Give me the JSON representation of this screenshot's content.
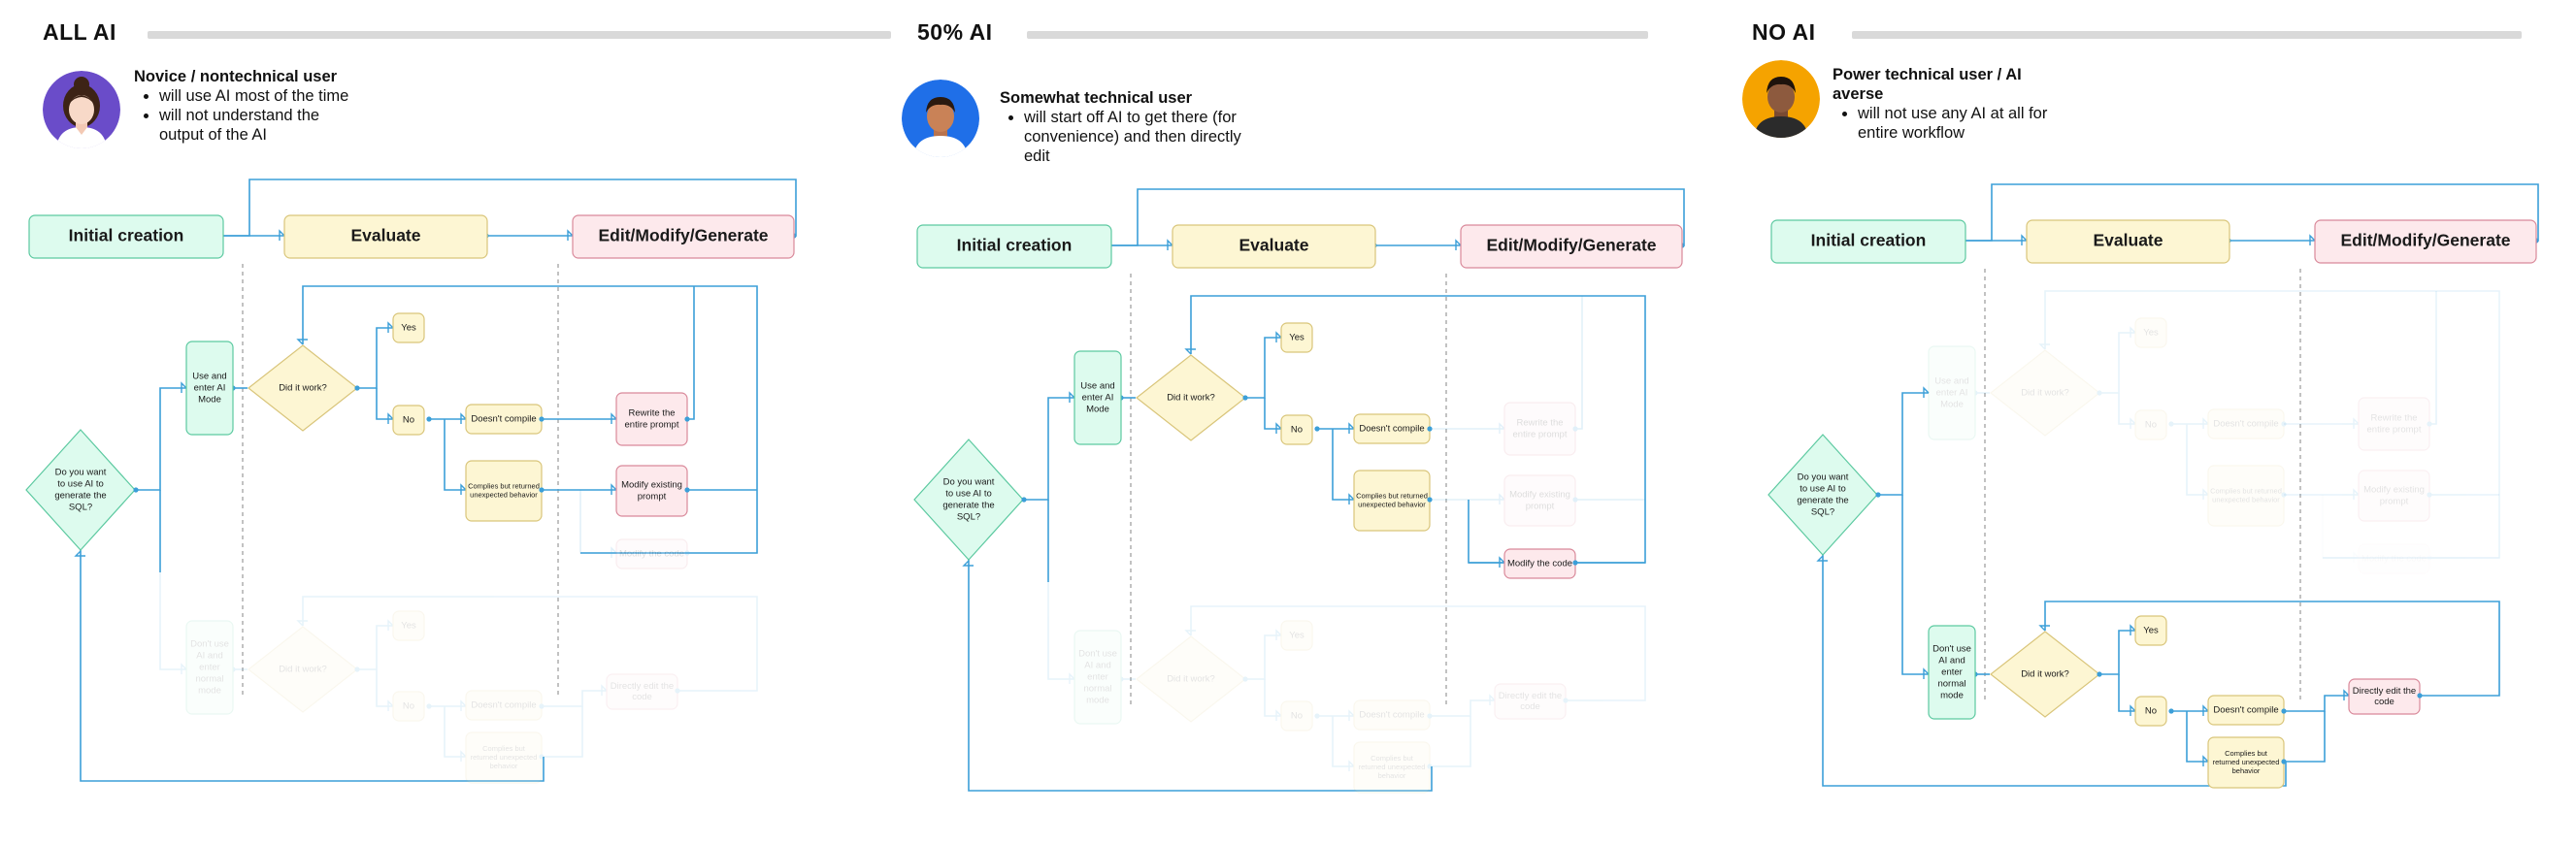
{
  "colors": {
    "line": "#3c9fd8",
    "green_fill": "#ddfbee",
    "green_stroke": "#5cc9a0",
    "yellow_fill": "#fdf6d3",
    "yellow_stroke": "#d9c57a",
    "pink_fill": "#fde9ec",
    "pink_stroke": "#d9899a",
    "divider": "#d9d9d9",
    "avatar_purple": "#6a4cc9",
    "avatar_blue": "#1f6fe8",
    "avatar_orange": "#f5a300"
  },
  "panels": [
    {
      "title": "ALL AI",
      "avatar_icon": "woman-avatar-icon",
      "persona_title": "Novice / nontechnical user",
      "bullets": [
        "will use AI most of the time",
        "will not understand the output of the AI"
      ],
      "nodes": {
        "initial": "Initial creation",
        "evaluate": "Evaluate",
        "edit": "Edit/Modify/Generate",
        "question": [
          "Do you want",
          "to use AI to",
          "generate the",
          "SQL?"
        ],
        "use_ai": [
          "Use and",
          "enter AI",
          "Mode"
        ],
        "did_it_work": "Did it work?",
        "yes": "Yes",
        "no": "No",
        "doesnt_compile": "Doesn't compile",
        "complies": [
          "Complies but returned",
          "unexpected behavior"
        ],
        "rewrite": [
          "Rewrite the",
          "entire prompt"
        ],
        "modify_prompt": [
          "Modify existing",
          "prompt"
        ],
        "modify_code": "Modify the code",
        "dont_use": [
          "Don't use",
          "AI and",
          "enter",
          "normal",
          "mode"
        ],
        "did_it_work_2": "Did it work?",
        "yes_2": "Yes",
        "no_2": "No",
        "doesnt_compile_2": "Doesn't compile",
        "complies_2": [
          "Complies but",
          "returned unexpected",
          "behavior"
        ],
        "directly_edit": [
          "Directly edit the",
          "code"
        ]
      }
    },
    {
      "title": "50% AI",
      "avatar_icon": "man-avatar-icon",
      "persona_title": "Somewhat technical user",
      "bullets": [
        "will start off AI to get there (for convenience) and then directly edit"
      ],
      "nodes": {
        "initial": "Initial creation",
        "evaluate": "Evaluate",
        "edit": "Edit/Modify/Generate",
        "question": [
          "Do you want",
          "to use AI to",
          "generate the",
          "SQL?"
        ],
        "use_ai": [
          "Use and",
          "enter AI",
          "Mode"
        ],
        "did_it_work": "Did it work?",
        "yes": "Yes",
        "no": "No",
        "doesnt_compile": "Doesn't compile",
        "complies": [
          "Complies but returned",
          "unexpected behavior"
        ],
        "rewrite": [
          "Rewrite the",
          "entire prompt"
        ],
        "modify_prompt": [
          "Modify existing",
          "prompt"
        ],
        "modify_code": "Modify the code",
        "dont_use": [
          "Don't use",
          "AI and",
          "enter",
          "normal",
          "mode"
        ],
        "did_it_work_2": "Did it work?",
        "yes_2": "Yes",
        "no_2": "No",
        "doesnt_compile_2": "Doesn't compile",
        "complies_2": [
          "Complies but",
          "returned unexpected",
          "behavior"
        ],
        "directly_edit": [
          "Directly edit the",
          "code"
        ]
      }
    },
    {
      "title": "NO AI",
      "avatar_icon": "man-avatar-icon",
      "persona_title": "Power technical user / AI averse",
      "bullets": [
        "will not use any AI at all for entire workflow"
      ],
      "nodes": {
        "initial": "Initial creation",
        "evaluate": "Evaluate",
        "edit": "Edit/Modify/Generate",
        "question": [
          "Do you want",
          "to use AI to",
          "generate the",
          "SQL?"
        ],
        "use_ai": [
          "Use and",
          "enter AI",
          "Mode"
        ],
        "did_it_work": "Did it work?",
        "yes": "Yes",
        "no": "No",
        "doesnt_compile": "Doesn't compile",
        "complies": [
          "Complies but returned",
          "unexpected behavior"
        ],
        "rewrite": [
          "Rewrite the",
          "entire prompt"
        ],
        "modify_prompt": [
          "Modify existing",
          "prompt"
        ],
        "modify_code": "Modify the code",
        "dont_use": [
          "Don't use",
          "AI and",
          "enter",
          "normal",
          "mode"
        ],
        "did_it_work_2": "Did it work?",
        "yes_2": "Yes",
        "no_2": "No",
        "doesnt_compile_2": "Doesn't compile",
        "complies_2": [
          "Complies but",
          "returned unexpected",
          "behavior"
        ],
        "directly_edit": [
          "Directly edit the",
          "code"
        ]
      }
    }
  ]
}
